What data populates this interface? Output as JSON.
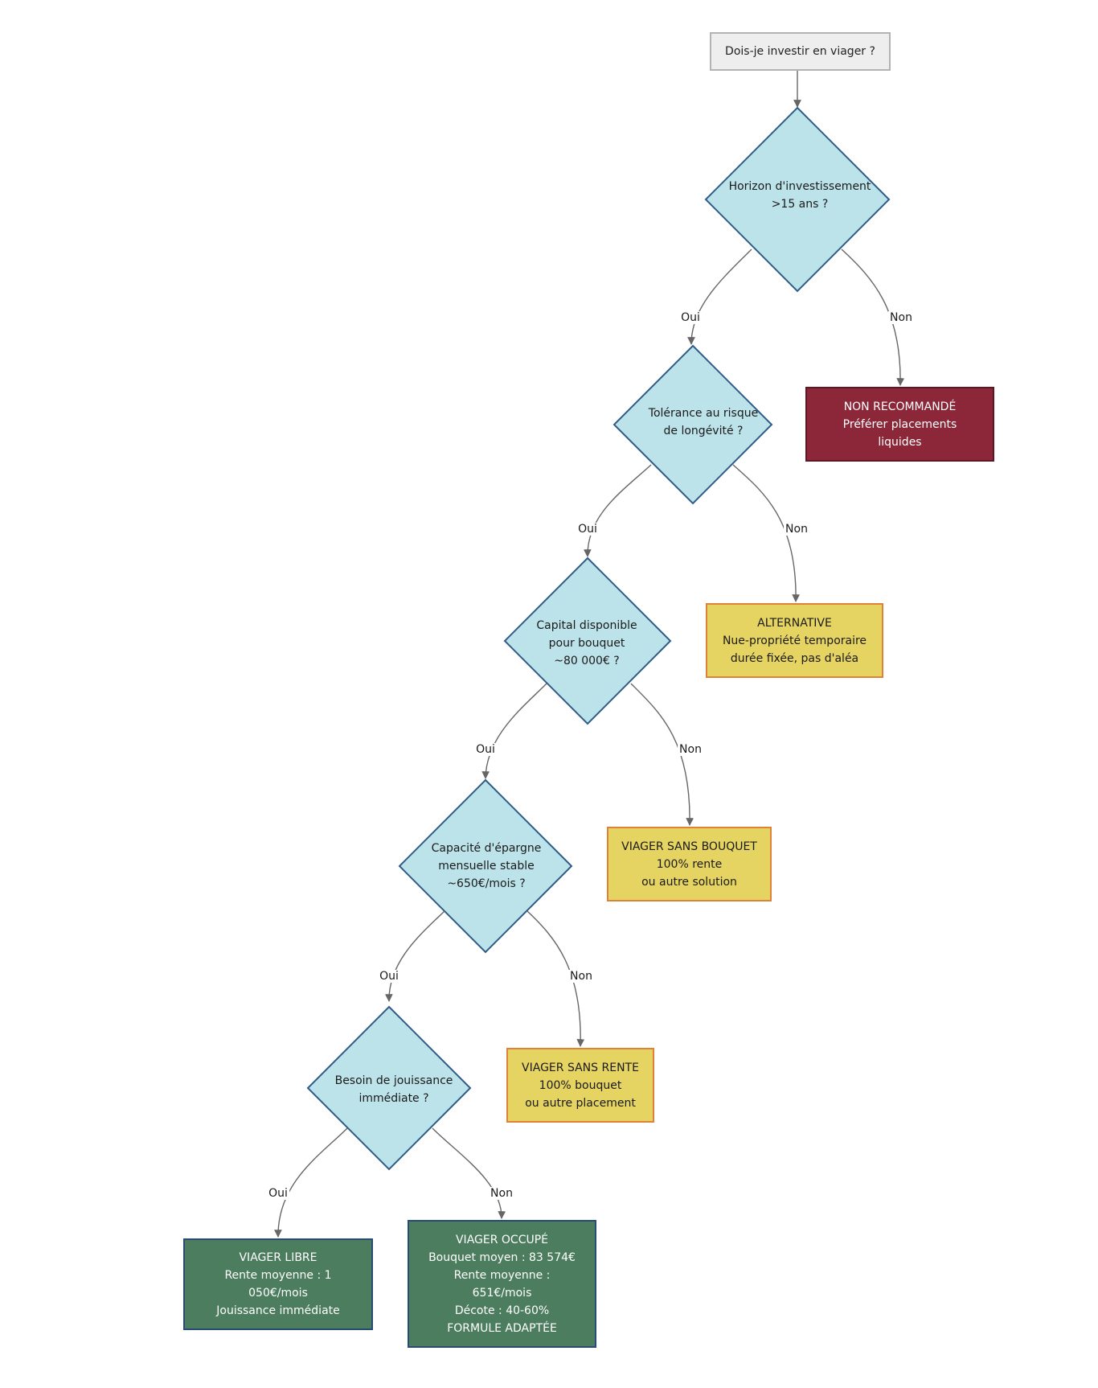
{
  "diagram": {
    "start": {
      "lines": [
        "Dois-je investir en viager ?"
      ]
    },
    "decisions": [
      {
        "id": "horizon",
        "lines": [
          "Horizon d'investissement",
          ">15 ans ?"
        ]
      },
      {
        "id": "risque",
        "lines": [
          "Tolérance au risque",
          "de longévité ?"
        ]
      },
      {
        "id": "capital",
        "lines": [
          "Capital disponible",
          "pour bouquet",
          "~80 000€ ?"
        ]
      },
      {
        "id": "epargne",
        "lines": [
          "Capacité d'épargne",
          "mensuelle stable",
          "~650€/mois ?"
        ]
      },
      {
        "id": "jouissance",
        "lines": [
          "Besoin de jouissance",
          "immédiate ?"
        ]
      }
    ],
    "outcomes": [
      {
        "id": "non-recommande",
        "lines": [
          "NON RECOMMANDÉ",
          "Préférer placements",
          "liquides"
        ]
      },
      {
        "id": "alternative",
        "lines": [
          "ALTERNATIVE",
          "Nue-propriété temporaire",
          "durée fixée, pas d'aléa"
        ]
      },
      {
        "id": "sans-bouquet",
        "lines": [
          "VIAGER SANS BOUQUET",
          "100% rente",
          "ou autre solution"
        ]
      },
      {
        "id": "sans-rente",
        "lines": [
          "VIAGER SANS RENTE",
          "100% bouquet",
          "ou autre placement"
        ]
      },
      {
        "id": "libre",
        "lines": [
          "VIAGER LIBRE",
          "Rente moyenne : 1",
          "050€/mois",
          "Jouissance immédiate"
        ]
      },
      {
        "id": "occupe",
        "lines": [
          "VIAGER OCCUPÉ",
          "Bouquet moyen : 83 574€",
          "Rente moyenne :",
          "651€/mois",
          "Décote : 40-60%",
          "FORMULE ADAPTÉE"
        ]
      }
    ],
    "edge_labels": {
      "yes": "Oui",
      "no": "Non"
    },
    "colors": {
      "decision_fill": "#bde3ea",
      "decision_stroke": "#2e5c86",
      "edge": "#666666",
      "bad_fill": "#8b2738",
      "warn_fill": "#e5d462",
      "good_fill": "#4b7d5e"
    }
  }
}
